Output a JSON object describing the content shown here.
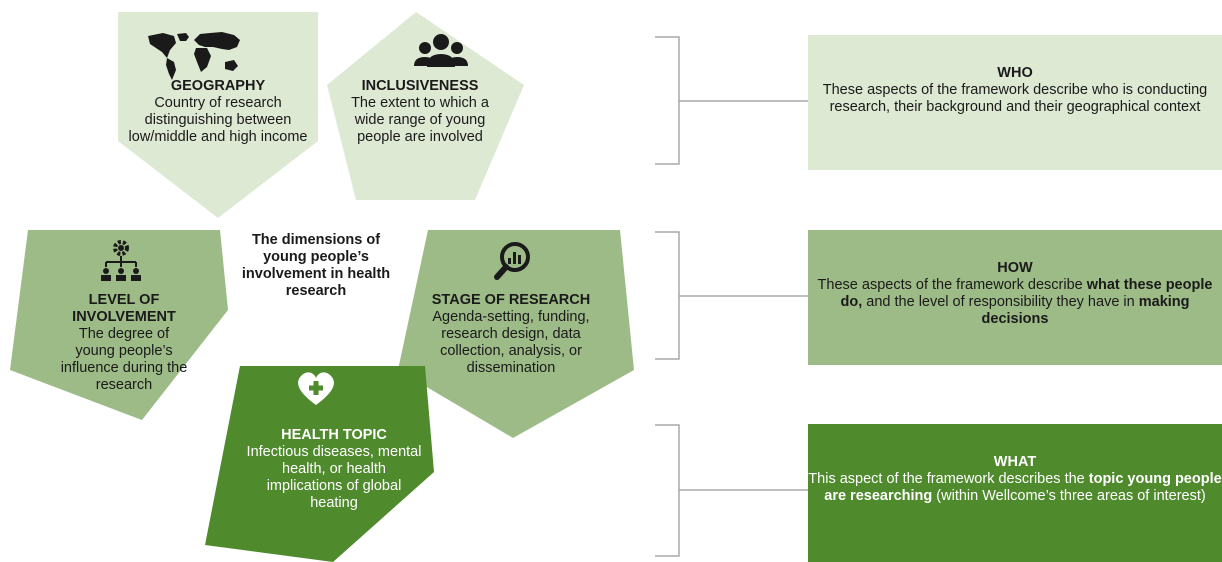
{
  "colors": {
    "light_green": "#dde9d3",
    "mid_green": "#9dbb87",
    "dark_green": "#4f8a2d",
    "bracket_gray": "#a8a8a8"
  },
  "center_title": "The dimensions of young people’s involvement in health research",
  "pentagons": {
    "geography": {
      "icon": "world-map-icon",
      "title": "GEOGRAPHY",
      "text": "Country of research distinguishing between low/middle and high income"
    },
    "inclusiveness": {
      "icon": "people-group-icon",
      "title": "INCLUSIVENESS",
      "text": "The extent to which a wide range of young people are involved"
    },
    "level": {
      "icon": "hierarchy-gear-icon",
      "title": "LEVEL OF INVOLVEMENT",
      "text": "The degree of young people’s influence during the research"
    },
    "stage": {
      "icon": "magnifier-chart-icon",
      "title": "STAGE OF RESEARCH",
      "text": "Agenda-setting, funding, research design, data collection, analysis, or dissemination"
    },
    "health": {
      "icon": "heart-cross-icon",
      "title": "HEALTH TOPIC",
      "text": "Infectious diseases, mental health, or health implications of global heating"
    }
  },
  "boxes": {
    "who": {
      "title": "WHO",
      "text": "These aspects of the framework describe who is conducting research, their background and their geographical context"
    },
    "how": {
      "title": "HOW",
      "text_1": "These aspects of the framework describe",
      "bold_1": "what these people do,",
      "text_2": "and the level of responsibility they have in",
      "bold_2": "making decisions"
    },
    "what": {
      "title": "WHAT",
      "text_1": "This aspect of the framework describes the",
      "bold_1": "topic young people are researching",
      "text_2": "(within Wellcome’s three areas of interest)"
    }
  }
}
